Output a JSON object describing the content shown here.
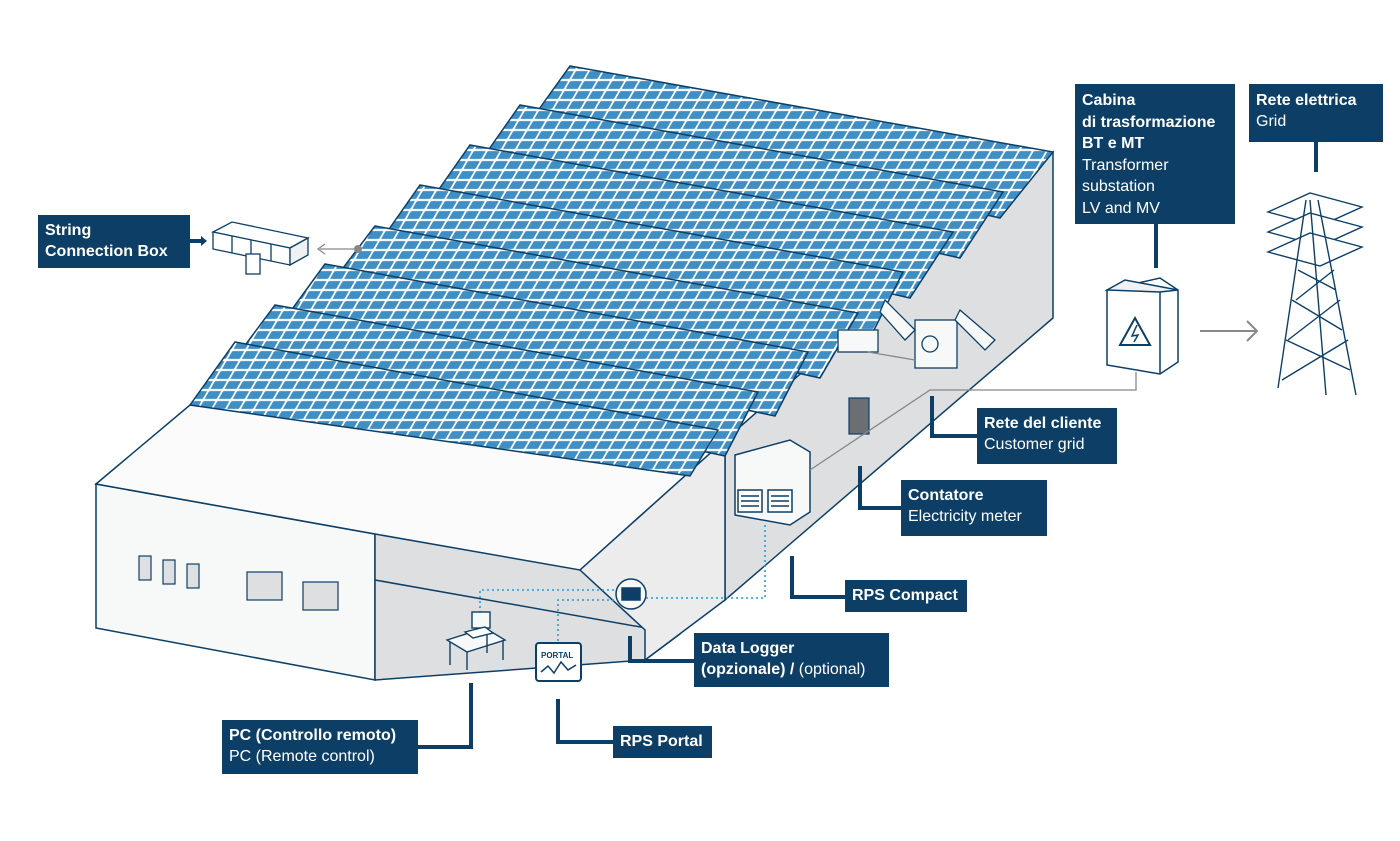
{
  "labels": {
    "string_box": {
      "line1": "String",
      "line2": "Connection Box"
    },
    "cabina": {
      "it1": "Cabina",
      "it2": "di trasformazione",
      "it3": "BT e MT",
      "en1": "Transformer",
      "en2": "substation",
      "en3": "LV and MV"
    },
    "rete": {
      "it": "Rete elettrica",
      "en": "Grid"
    },
    "cliente": {
      "it": "Rete del cliente",
      "en": "Customer grid"
    },
    "contatore": {
      "it": "Contatore",
      "en": "Electricity meter"
    },
    "rps_compact": {
      "it": "RPS Compact"
    },
    "data_logger": {
      "it1": "Data Logger",
      "it2": "(opzionale) /",
      "en": "(optional)"
    },
    "pc": {
      "it": "PC (Controllo remoto)",
      "en": "PC (Remote control)"
    },
    "rps_portal": {
      "it": "RPS Portal"
    }
  },
  "icons": {
    "portal_screen_text": "PORTAL"
  },
  "colors": {
    "label_bg": "#0d3f66",
    "panel_blue": "#3f8fc4",
    "outline": "#0d3f66",
    "wall_grey": "#dedfe1",
    "connector": "#888888",
    "data_link": "#2a9ad6"
  }
}
